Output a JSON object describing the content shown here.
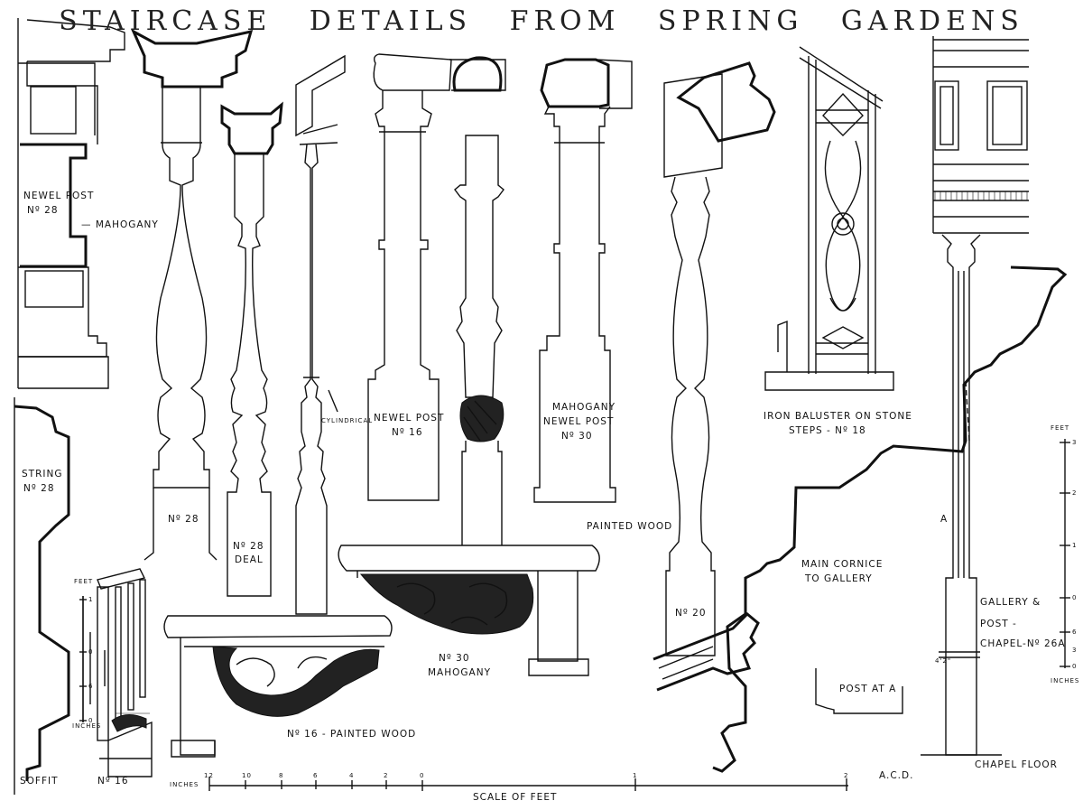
{
  "title": "STAIRCASE DETAILS FROM SPRING GARDENS",
  "labels": {
    "newel_post_28": "NEWEL POST",
    "newel_post_28_num": "Nº 28",
    "mahogany_left": "— MAHOGANY",
    "string_28": "STRING",
    "string_28_num": "Nº 28",
    "soffit": "SOFFIT",
    "no16_small": "Nº 16",
    "no28": "Nº 28",
    "no28_deal": "Nº 28",
    "deal": "DEAL",
    "cylindrical": "CYLINDRICAL",
    "newel_post_16": "NEWEL POST",
    "newel_post_16_num": "Nº 16",
    "mahogany_newel_30_a": "MAHOGANY",
    "mahogany_newel_30_b": "NEWEL POST",
    "mahogany_newel_30_c": "Nº 30",
    "no30": "Nº 30",
    "mahogany_30": "MAHOGANY",
    "no16_painted": "Nº 16 - PAINTED WOOD",
    "painted_wood": "PAINTED WOOD",
    "no20": "Nº 20",
    "iron_baluster_a": "IRON BALUSTER ON STONE",
    "iron_baluster_b": "STEPS - Nº 18",
    "main_cornice_a": "MAIN CORNICE",
    "main_cornice_b": "TO GALLERY",
    "post_at_a": "POST AT A",
    "gallery_post_a": "GALLERY &",
    "gallery_post_b": "POST -",
    "gallery_post_c": "CHAPEL-Nº 26A",
    "chapel_floor": "CHAPEL FLOOR",
    "acd": "A.C.D.",
    "point_a": "A",
    "feet_left": "FEET",
    "inches_left": "INCHES",
    "feet_right": "FEET",
    "inches_right": "INCHES",
    "scale_caption": "SCALE OF FEET",
    "scale_inches": "INCHES"
  },
  "scale_ticks": [
    "12",
    "10",
    "8",
    "6",
    "4",
    "2",
    "0",
    "1",
    "2"
  ],
  "right_scale_ticks": [
    "3",
    "2",
    "1",
    "0",
    "6",
    "3",
    "0"
  ],
  "left_scale_ticks": [
    "1",
    "0",
    "6",
    "0"
  ],
  "four_dim": "4'2\""
}
